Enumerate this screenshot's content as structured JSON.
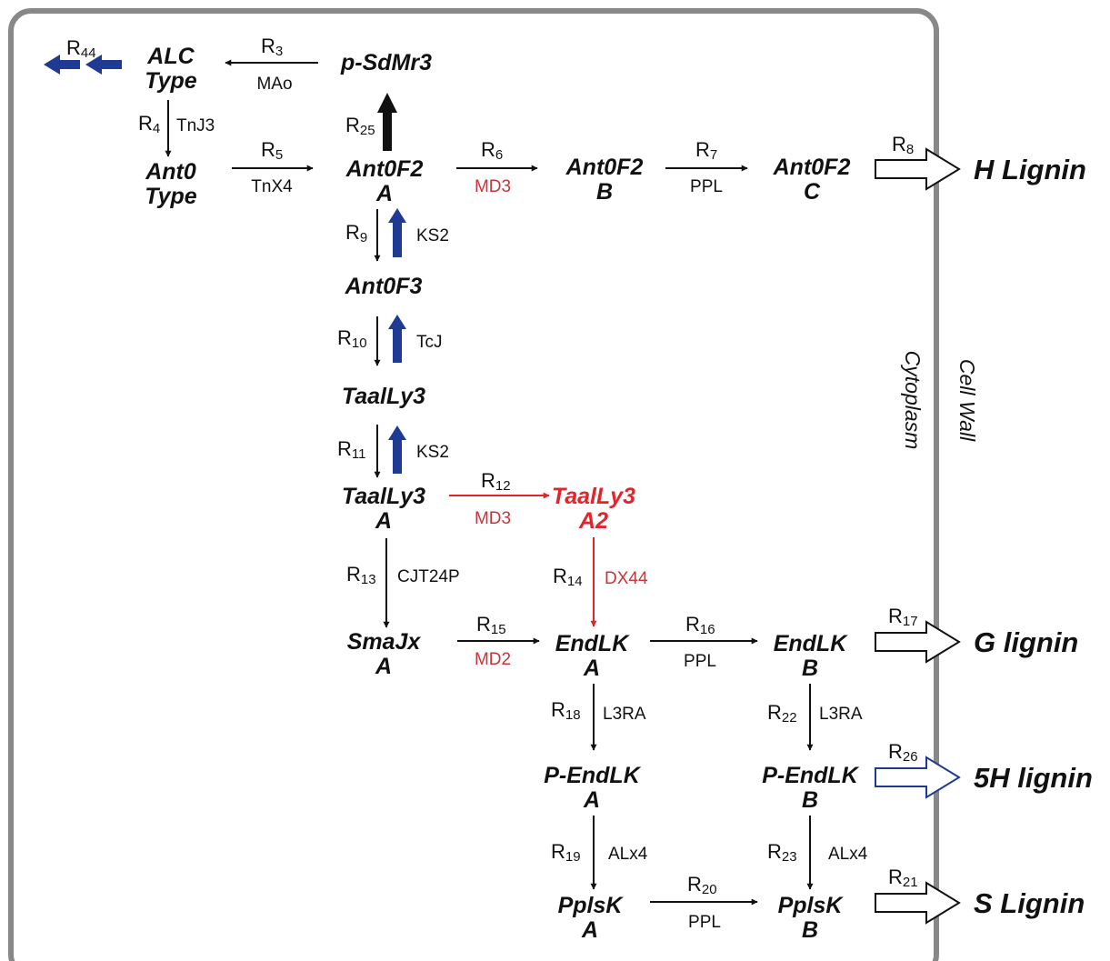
{
  "colors": {
    "frame": "#888888",
    "black": "#111111",
    "red": "#e0262b",
    "enzyme_red": "#c8343a",
    "blue": "#1f3a93"
  },
  "nodes": {
    "alc_type": [
      "ALC",
      "Type"
    ],
    "p_sdmr3": [
      "p-SdMr3"
    ],
    "ant0_type": [
      "Ant0",
      "Type"
    ],
    "ant0f2_a": [
      "Ant0F2",
      "A"
    ],
    "ant0f2_b": [
      "Ant0F2",
      "B"
    ],
    "ant0f2_c": [
      "Ant0F2",
      "C"
    ],
    "ant0f3": [
      "Ant0F3"
    ],
    "taally3": [
      "TaalLy3"
    ],
    "taally3_a": [
      "TaalLy3",
      "A"
    ],
    "taally3_a2": [
      "TaalLy3",
      "A2"
    ],
    "smajx_a": [
      "SmaJx",
      "A"
    ],
    "endlk_a": [
      "EndLK",
      "A"
    ],
    "endlk_b": [
      "EndLK",
      "B"
    ],
    "p_endlk_a": [
      "P-EndLK",
      "A"
    ],
    "p_endlk_b": [
      "P-EndLK",
      "B"
    ],
    "pplsk_a": [
      "PplsK",
      "A"
    ],
    "pplsk_b": [
      "PplsK",
      "B"
    ]
  },
  "reactions": {
    "r3": {
      "base": "R",
      "num": "3",
      "enzyme": "MAo"
    },
    "r4": {
      "base": "R",
      "num": "4",
      "enzyme": "TnJ3"
    },
    "r5": {
      "base": "R",
      "num": "5",
      "enzyme": "TnX4"
    },
    "r6": {
      "base": "R",
      "num": "6",
      "enzyme": "MD3"
    },
    "r7": {
      "base": "R",
      "num": "7",
      "enzyme": "PPL"
    },
    "r8": {
      "base": "R",
      "num": "8"
    },
    "r9": {
      "base": "R",
      "num": "9",
      "enzyme": "KS2"
    },
    "r10": {
      "base": "R",
      "num": "10",
      "enzyme": "TcJ"
    },
    "r11": {
      "base": "R",
      "num": "11",
      "enzyme": "KS2"
    },
    "r12": {
      "base": "R",
      "num": "12",
      "enzyme": "MD3"
    },
    "r13": {
      "base": "R",
      "num": "13",
      "enzyme": "CJT24P"
    },
    "r14": {
      "base": "R",
      "num": "14",
      "enzyme": "DX44"
    },
    "r15": {
      "base": "R",
      "num": "15",
      "enzyme": "MD2"
    },
    "r16": {
      "base": "R",
      "num": "16",
      "enzyme": "PPL"
    },
    "r17": {
      "base": "R",
      "num": "17"
    },
    "r18": {
      "base": "R",
      "num": "18",
      "enzyme": "L3RA"
    },
    "r19": {
      "base": "R",
      "num": "19",
      "enzyme": "ALx4"
    },
    "r20": {
      "base": "R",
      "num": "20",
      "enzyme": "PPL"
    },
    "r21": {
      "base": "R",
      "num": "21"
    },
    "r22": {
      "base": "R",
      "num": "22",
      "enzyme": "L3RA"
    },
    "r23": {
      "base": "R",
      "num": "23",
      "enzyme": "ALx4"
    },
    "r25": {
      "base": "R",
      "num": "25"
    },
    "r26": {
      "base": "R",
      "num": "26"
    },
    "r44": {
      "base": "R",
      "num": "44"
    }
  },
  "products": {
    "h_lignin": "H Lignin",
    "g_lignin": "G lignin",
    "5h_lignin": "5H lignin",
    "s_lignin": "S Lignin"
  },
  "compartments": {
    "cytoplasm": "Cytoplasm",
    "cell_wall": "Cell Wall"
  }
}
